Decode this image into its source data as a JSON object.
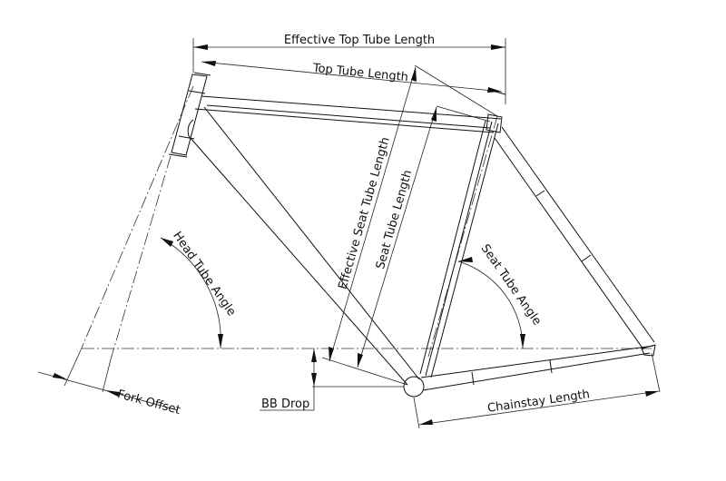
{
  "diagram": {
    "labels": {
      "effective_top_tube": "Effective Top Tube Length",
      "top_tube": "Top Tube Length",
      "effective_seat_tube": "Effective Seat Tube Length",
      "seat_tube": "Seat Tube Length",
      "head_tube_angle": "Head Tube Angle",
      "seat_tube_angle": "Seat Tube Angle",
      "fork_offset": "Fork Offset",
      "bb_drop": "BB Drop",
      "chainstay": "Chainstay Length"
    }
  }
}
